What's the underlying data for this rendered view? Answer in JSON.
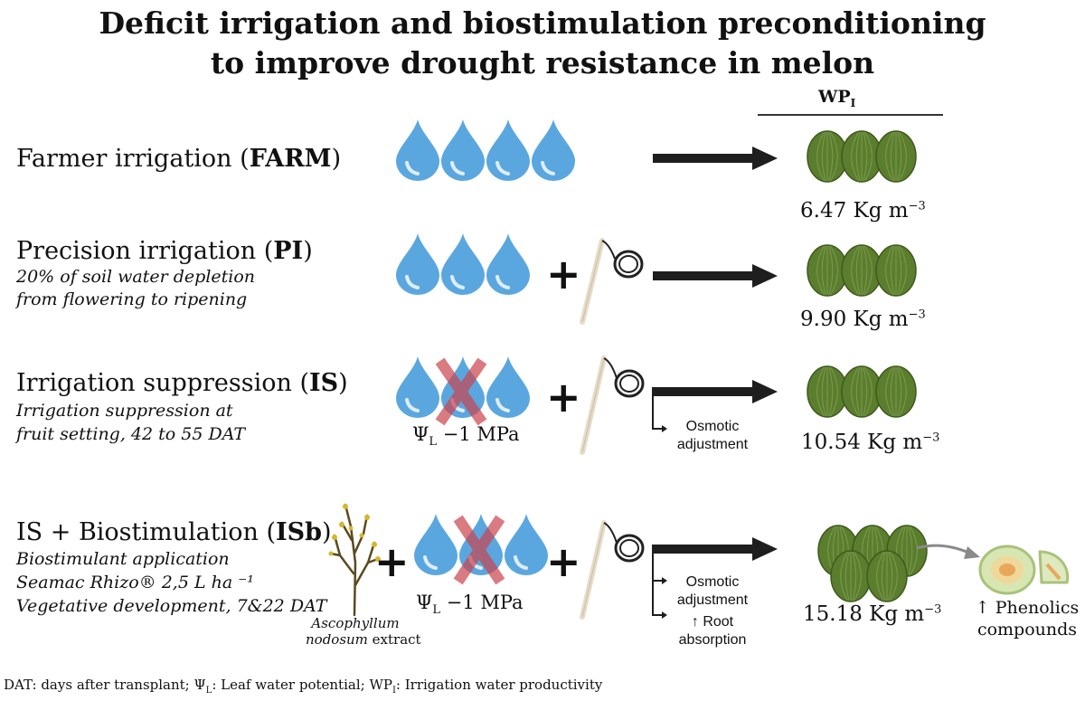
{
  "title": {
    "line1": "Deficit irrigation and biostimulation preconditioning",
    "line2": "to improve drought resistance in melon"
  },
  "wp_header": {
    "main": "WP",
    "sub": "I"
  },
  "treatments": [
    {
      "id": "farm",
      "name": "Farmer irrigation (",
      "code": "FARM",
      "close": ")",
      "notes": [],
      "drops": 4,
      "sensor": false,
      "suppressed": false,
      "wp_value": "6.47 Kg m",
      "wp_exp": "−3"
    },
    {
      "id": "pi",
      "name": "Precision irrigation (",
      "code": "PI",
      "close": ")",
      "notes": [
        "20% of soil water depletion",
        "from flowering to ripening"
      ],
      "drops": 3,
      "sensor": true,
      "suppressed": false,
      "wp_value": "9.90 Kg m",
      "wp_exp": "−3"
    },
    {
      "id": "is",
      "name": "Irrigation suppression (",
      "code": "IS",
      "close": ")",
      "notes": [
        "Irrigation suppression  at",
        "fruit setting, 42 to 55 DAT"
      ],
      "drops": 3,
      "sensor": true,
      "suppressed": true,
      "wp_value": "10.54 Kg m",
      "wp_exp": "−3"
    },
    {
      "id": "isb",
      "name": "IS + Biostimulation (",
      "code": "ISb",
      "close": ")",
      "notes": [
        "Biostimulant application",
        "Seamac Rhizo® 2,5 L ha ⁻¹",
        "Vegetative development, 7&22 DAT"
      ],
      "drops": 3,
      "sensor": true,
      "suppressed": true,
      "wp_value": "15.18 Kg m",
      "wp_exp": "−3"
    }
  ],
  "psi_label": {
    "symbol": "Ψ",
    "sub": "L",
    "value": " −1 MPa"
  },
  "effects": {
    "osmotic": "Osmotic\nadjustment",
    "root": "↑ Root\nabsorption"
  },
  "extract_caption": {
    "italic_line1": "Ascophyllum",
    "italic_line2": "nodosum",
    "rest": " extract"
  },
  "phenolics": "↑ Phenolics\ncompounds",
  "footnote": {
    "part1": "DAT: days after transplant; Ψ",
    "sub1": "L",
    "part2": ": Leaf water potential; WP",
    "sub2": "I",
    "part3": ": Irrigation water productivity"
  },
  "colors": {
    "drop_fill": "#5aa7e0",
    "drop_dark": "#3a8bcb",
    "cross": "#c9434b",
    "melon": "#5b7d2e",
    "arrow": "#1e1e1e",
    "sensor_stick": "#e6dcc8"
  }
}
